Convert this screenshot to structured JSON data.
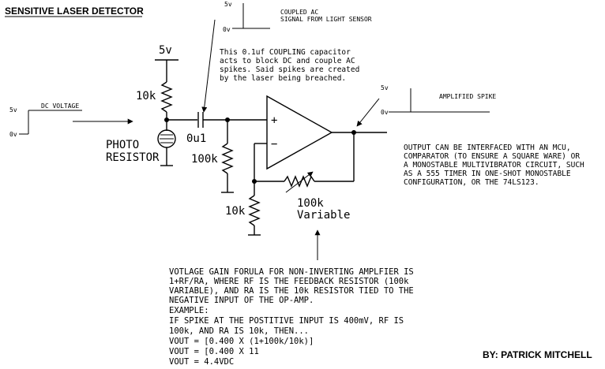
{
  "title": "SENSITIVE LASER DETECTOR",
  "author": "BY: PATRICK MITCHELL",
  "supply": {
    "label": "5v"
  },
  "components": {
    "r_top": "10k",
    "photo_line1": "PHOTO",
    "photo_line2": "RESISTOR",
    "cap": "0u1",
    "r_bias": "100k",
    "r_ground": "10k",
    "r_var_line1": "100k",
    "r_var_line2": "Variable",
    "opamp_plus": "+",
    "opamp_minus": "−"
  },
  "waveforms": {
    "dc": {
      "high": "5v",
      "low": "0v",
      "label": "DC VOLTAGE"
    },
    "coupled": {
      "high": "5v",
      "low": "0v",
      "label_line1": "COUPLED AC",
      "label_line2": "SIGNAL FROM LIGHT SENSOR"
    },
    "amplified": {
      "high": "5v",
      "low": "0v",
      "label": "AMPLIFIED SPIKE"
    }
  },
  "notes": {
    "coupling": [
      "This 0.1uf COUPLING capacitor",
      "acts to block DC and couple AC",
      "spikes.  Said spikes are created",
      "by the laser being breached."
    ],
    "output": [
      "OUTPUT CAN BE INTERFACED WITH AN MCU,",
      "COMPARATOR (TO ENSURE A SQUARE WARE) OR",
      "A MONOSTABLE MULTIVIBRATOR CIRCUIT, SUCH",
      "AS A 555 TIMER IN ONE-SHOT MONOSTABLE",
      "CONFIGURATION, OR THE 74LS123."
    ],
    "gain": [
      "VOTLAGE GAIN FORULA FOR NON-INVERTING AMPLFIER IS",
      "1+RF/RA, WHERE RF IS THE FEEDBACK RESISTOR (100k",
      "VARIABLE), AND RA IS THE 10k RESISTOR TIED TO THE",
      "NEGATIVE INPUT OF THE OP-AMP.",
      "EXAMPLE:",
      "IF SPIKE AT THE POSTITIVE INPUT IS 400mV, RF IS",
      "100k, AND RA IS 10k, THEN...",
      "VOUT = [0.400 X (1+100k/10k)]",
      "VOUT = [0.400 X 11",
      "VOUT = 4.4VDC"
    ]
  }
}
